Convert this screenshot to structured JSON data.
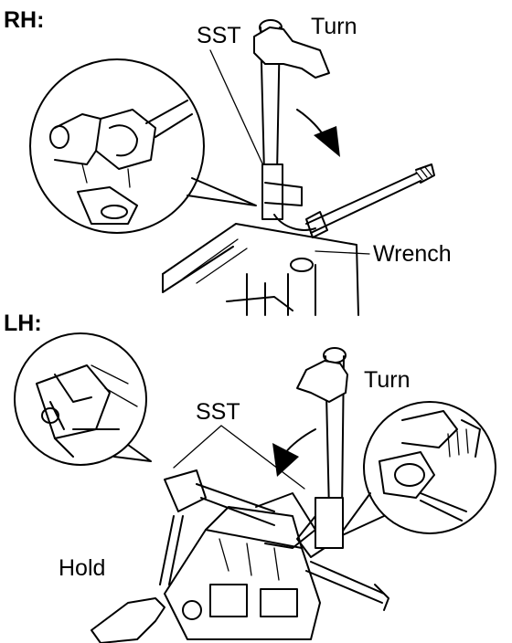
{
  "rh_section": {
    "heading": "RH:",
    "label_sst": "SST",
    "label_turn": "Turn",
    "label_wrench": "Wrench"
  },
  "lh_section": {
    "heading": "LH:",
    "label_sst": "SST",
    "label_turn": "Turn",
    "label_hold": "Hold"
  }
}
